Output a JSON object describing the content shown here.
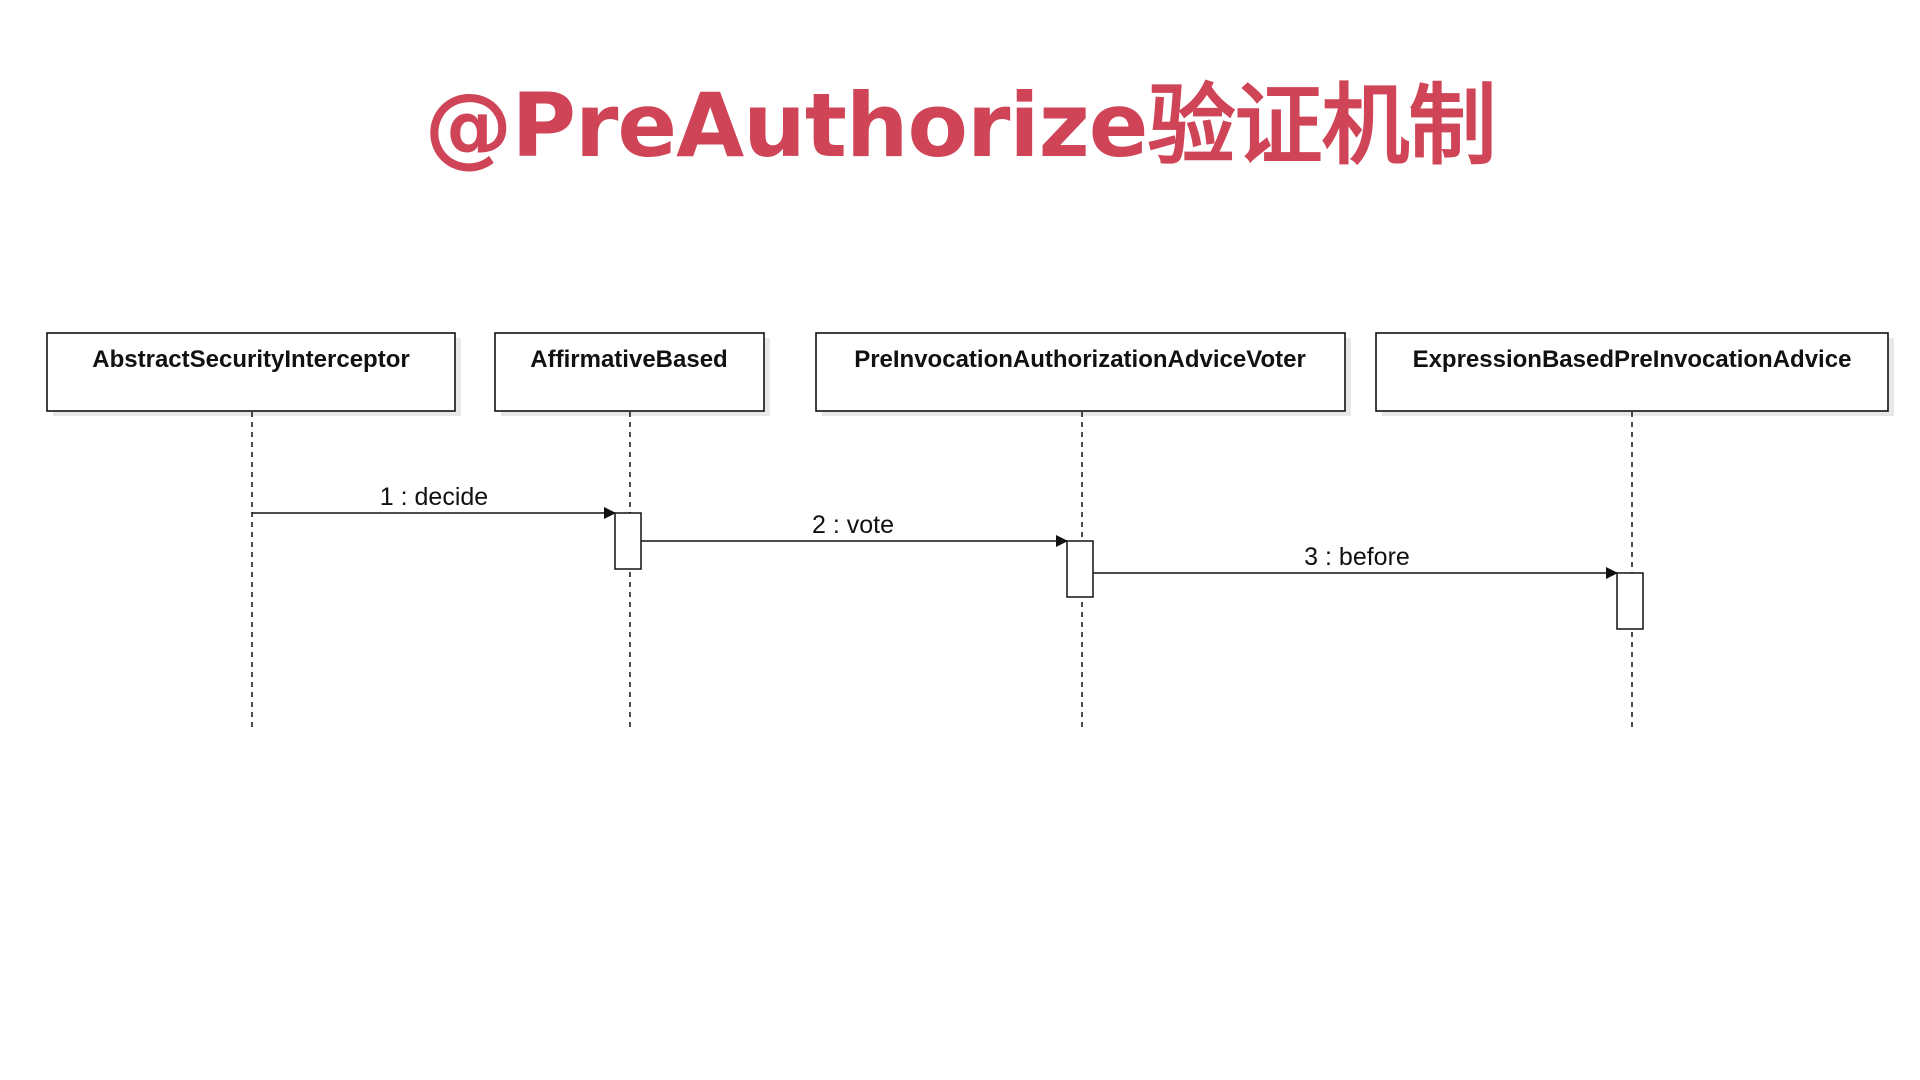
{
  "title": "@PreAuthorize验证机制",
  "participants": [
    {
      "id": "p1",
      "name": "AbstractSecurityInterceptor"
    },
    {
      "id": "p2",
      "name": "AffirmativeBased"
    },
    {
      "id": "p3",
      "name": "PreInvocationAuthorizationAdviceVoter"
    },
    {
      "id": "p4",
      "name": "ExpressionBasedPreInvocationAdvice"
    }
  ],
  "messages": [
    {
      "from": "p1",
      "to": "p2",
      "label": "1 : decide"
    },
    {
      "from": "p2",
      "to": "p3",
      "label": "2 : vote"
    },
    {
      "from": "p3",
      "to": "p4",
      "label": "3 : before"
    }
  ],
  "colors": {
    "title": "#cf4457",
    "line": "#111111",
    "shadow": "#e6e6e6"
  }
}
